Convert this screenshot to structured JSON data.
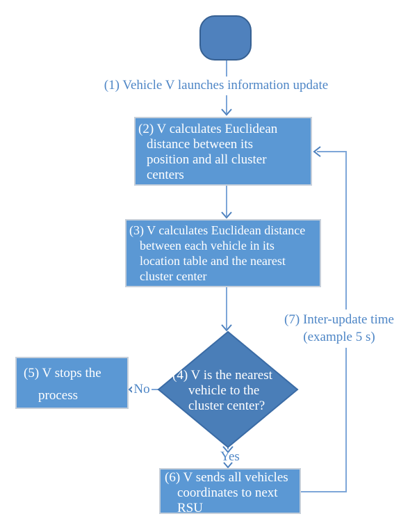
{
  "figure": {
    "type": "flowchart",
    "nodes": {
      "start": {
        "shape": "terminator",
        "label": ""
      },
      "step2": {
        "shape": "process",
        "lines": [
          "(2) V calculates Euclidean",
          "distance between its",
          "position and all cluster",
          "centers"
        ]
      },
      "step3": {
        "shape": "process",
        "lines": [
          "(3) V calculates Euclidean distance",
          "between each vehicle in its",
          "location table and the nearest",
          "cluster center"
        ]
      },
      "step4": {
        "shape": "decision",
        "lines": [
          "(4) V is the nearest",
          "vehicle to the",
          "cluster center?"
        ]
      },
      "step5": {
        "shape": "process",
        "lines": [
          "(5) V stops the",
          "process"
        ]
      },
      "step6": {
        "shape": "process",
        "lines": [
          "(6) V sends all vehicles",
          "coordinates to next",
          "RSU"
        ]
      }
    },
    "labels": {
      "step1": "(1) Vehicle V launches information update",
      "loop": [
        "(7) Inter-update time",
        "(example 5 s)"
      ],
      "no": "No",
      "yes": "Yes"
    }
  },
  "colors": {
    "process_fill": "#5b98d4",
    "process_border": "#c6cfda",
    "decision_fill": "#4a7eb8",
    "decision_border": "#3a6ba5",
    "terminator_fill": "#4f81bd",
    "terminator_border": "#366092",
    "connector_line": "#7da6d8",
    "arrowhead": "#4d80bd",
    "label_text": "#4e86c6",
    "shape_text": "#ffffff",
    "background": "#ffffff"
  }
}
